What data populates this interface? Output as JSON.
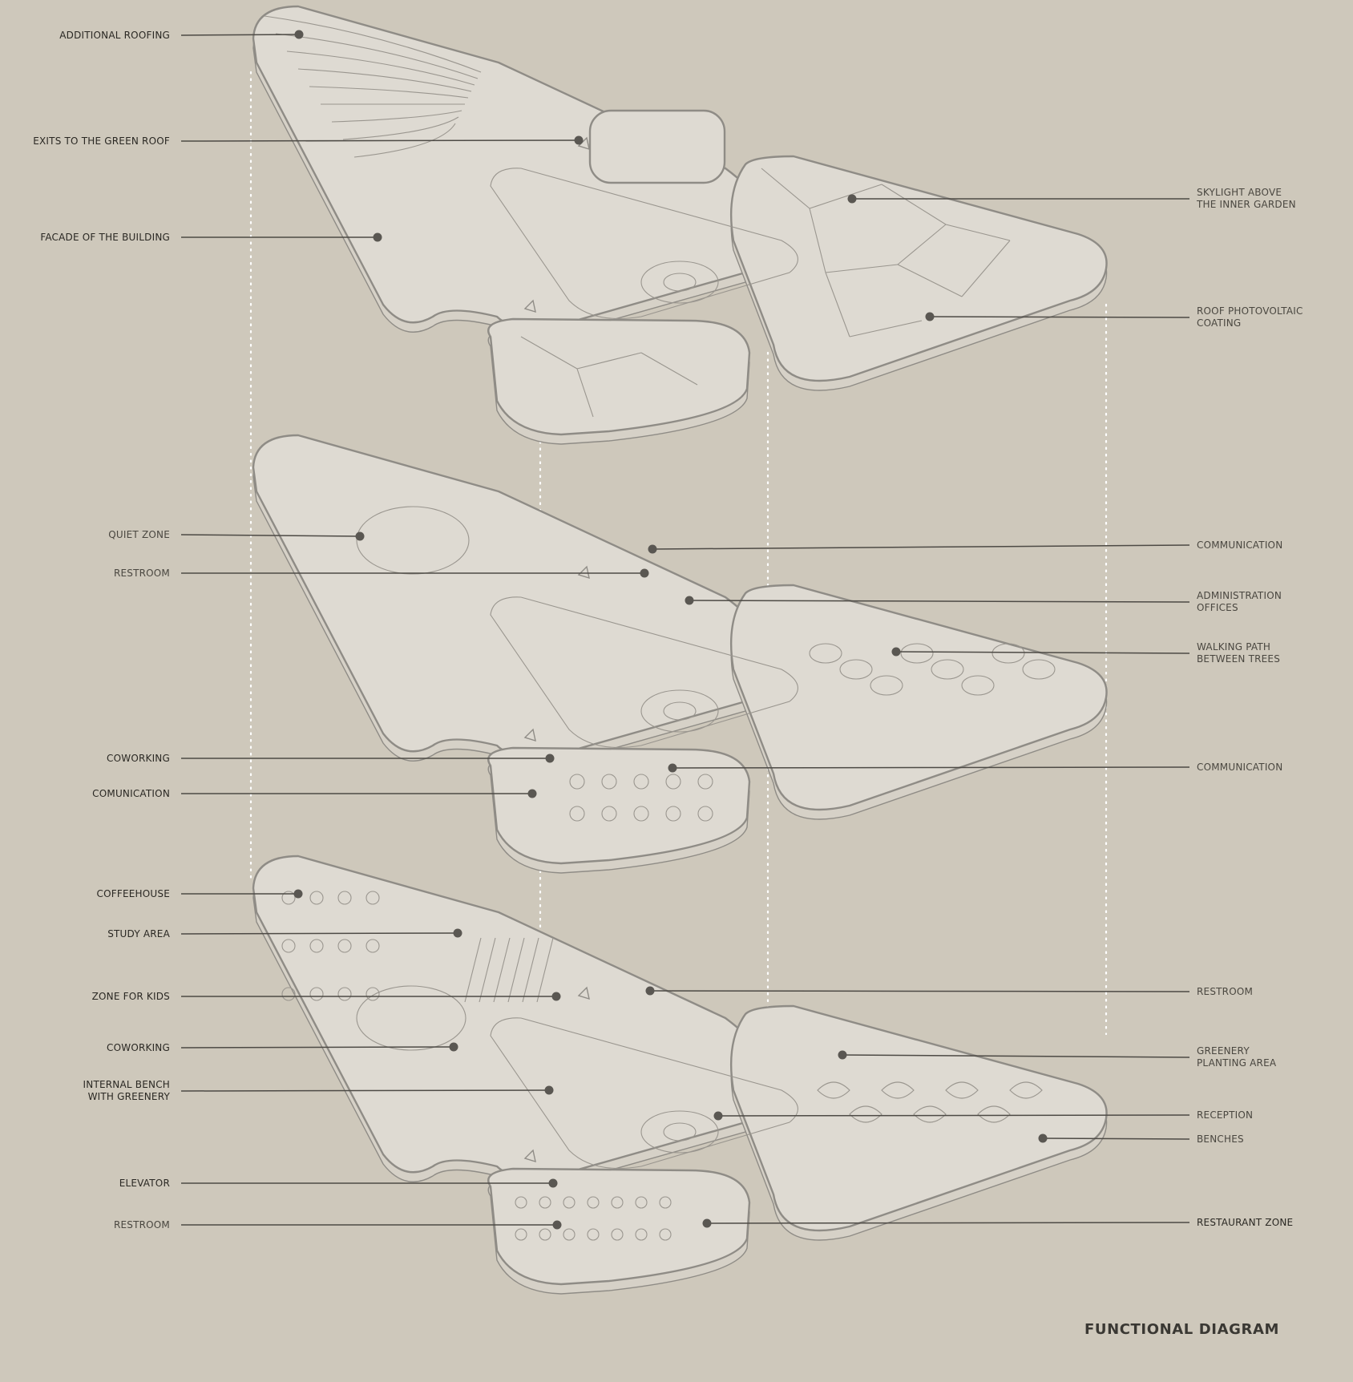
{
  "title": "FUNCTIONAL DIAGRAM",
  "levels": {
    "roof": {
      "labels_left": [
        {
          "text": "ADDITIONAL ROOFING",
          "dot": [
            373,
            43
          ]
        },
        {
          "text": "EXITS TO THE GREEN ROOF",
          "dot": [
            722,
            175
          ]
        },
        {
          "text": "FACADE OF THE BUILDING",
          "dot": [
            471,
            296
          ]
        }
      ],
      "labels_right": [
        {
          "text": "SKYLIGHT ABOVE\nTHE INNER GARDEN",
          "dot": [
            1063,
            248
          ]
        },
        {
          "text": "ROOF PHOTOVOLTAIC\nCOATING",
          "dot": [
            1160,
            395
          ]
        }
      ]
    },
    "second_floor": {
      "labels_left": [
        {
          "text": "QUIET ZONE",
          "dot": [
            449,
            669
          ]
        },
        {
          "text": "RESTROOM",
          "dot": [
            804,
            715
          ]
        },
        {
          "text": "COWORKING",
          "dot": [
            686,
            946
          ]
        },
        {
          "text": "COMUNICATION",
          "dot": [
            664,
            990
          ]
        }
      ],
      "labels_right": [
        {
          "text": "COMMUNICATION",
          "dot": [
            814,
            685
          ]
        },
        {
          "text": "ADMINISTRATION\nOFFICES",
          "dot": [
            860,
            749
          ]
        },
        {
          "text": "WALKING PATH\nBETWEEN TREES",
          "dot": [
            1118,
            813
          ]
        },
        {
          "text": "COMMUNICATION",
          "dot": [
            839,
            958
          ]
        }
      ]
    },
    "ground_floor": {
      "labels_left": [
        {
          "text": "COFFEEHOUSE",
          "dot": [
            372,
            1115
          ]
        },
        {
          "text": "STUDY AREA",
          "dot": [
            571,
            1164
          ]
        },
        {
          "text": "ZONE FOR KIDS",
          "dot": [
            694,
            1243
          ]
        },
        {
          "text": "COWORKING",
          "dot": [
            566,
            1306
          ]
        },
        {
          "text": "INTERNAL BENCH\nWITH GREENERY",
          "dot": [
            685,
            1360
          ]
        },
        {
          "text": "ELEVATOR",
          "dot": [
            690,
            1476
          ]
        },
        {
          "text": "RESTROOM",
          "dot": [
            695,
            1528
          ]
        }
      ],
      "labels_right": [
        {
          "text": "RESTROOM",
          "dot": [
            811,
            1236
          ]
        },
        {
          "text": "GREENERY\nPLANTING AREA",
          "dot": [
            1051,
            1316
          ]
        },
        {
          "text": "RECEPTION",
          "dot": [
            896,
            1392
          ]
        },
        {
          "text": "BENCHES",
          "dot": [
            1301,
            1420
          ]
        },
        {
          "text": "RESTAURANT ZONE",
          "dot": [
            882,
            1526
          ]
        }
      ]
    }
  }
}
